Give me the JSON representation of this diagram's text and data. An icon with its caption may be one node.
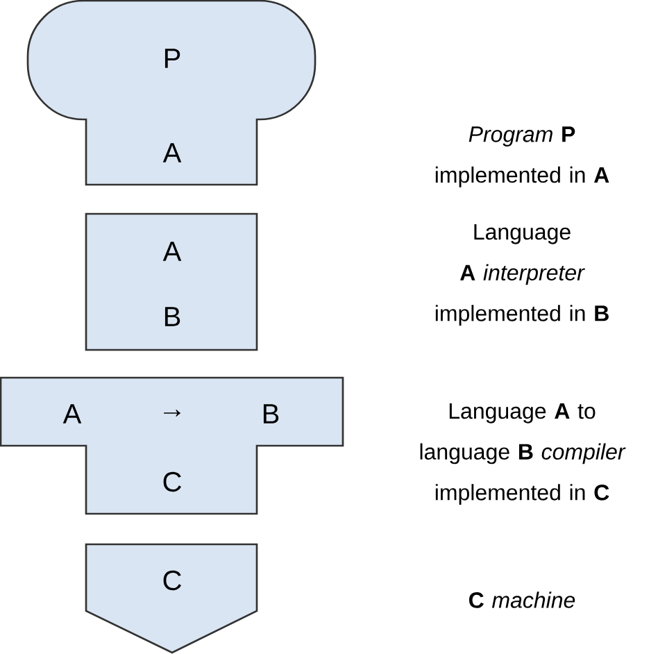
{
  "diagram": {
    "nodes": [
      {
        "text": [
          "P",
          "A"
        ]
      },
      {
        "text": [
          "A",
          "B"
        ]
      },
      {
        "text": [
          "A",
          "→",
          "B",
          "C"
        ]
      },
      {
        "text": [
          "C"
        ]
      }
    ],
    "labels": [
      "*Program* **P** implemented in **A**",
      "Language **A** *interpreter* implemented in **B**",
      "Language **A** to language **B** *compiler* implemented in **C**",
      "**C** *machine*"
    ]
  }
}
